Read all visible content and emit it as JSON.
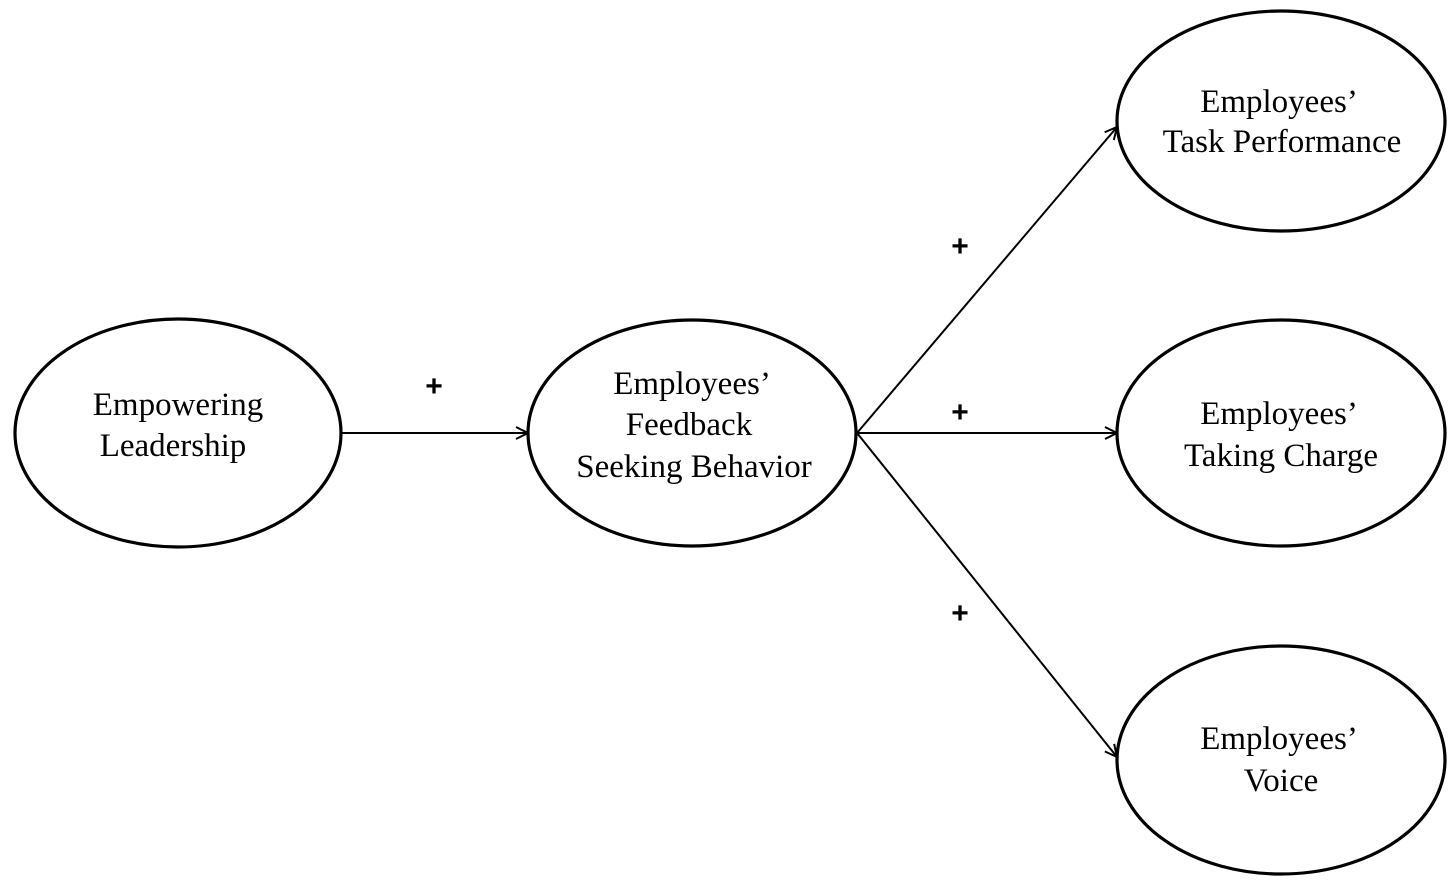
{
  "diagram": {
    "nodes": [
      {
        "id": "empowering-leadership",
        "lines": [
          "Empowering",
          "Leadership"
        ]
      },
      {
        "id": "feedback-seeking",
        "lines": [
          "Employees’",
          "Feedback",
          "Seeking Behavior"
        ]
      },
      {
        "id": "task-performance",
        "lines": [
          "Employees’",
          "Task Performance"
        ]
      },
      {
        "id": "taking-charge",
        "lines": [
          "Employees’",
          "Taking Charge"
        ]
      },
      {
        "id": "voice",
        "lines": [
          "Employees’",
          "Voice"
        ]
      }
    ],
    "edges": [
      {
        "from": "empowering-leadership",
        "to": "feedback-seeking",
        "sign": "+"
      },
      {
        "from": "feedback-seeking",
        "to": "task-performance",
        "sign": "+"
      },
      {
        "from": "feedback-seeking",
        "to": "taking-charge",
        "sign": "+"
      },
      {
        "from": "feedback-seeking",
        "to": "voice",
        "sign": "+"
      }
    ]
  }
}
